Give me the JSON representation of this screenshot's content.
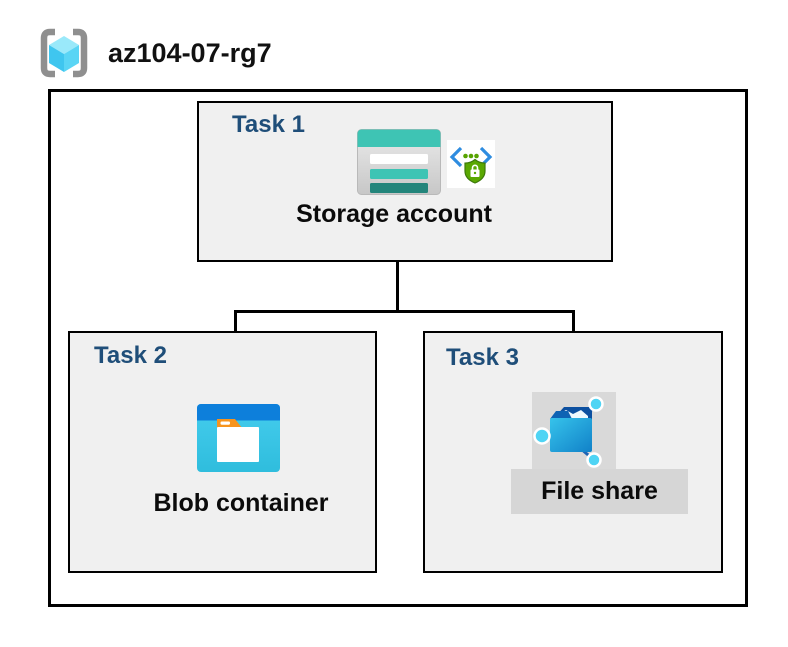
{
  "resource_group": {
    "name": "az104-07-rg7",
    "icon": "resource-group-icon"
  },
  "tasks": [
    {
      "id": "task1",
      "label": "Task 1",
      "resource": "Storage account",
      "icons": [
        "storage-account-icon",
        "secure-endpoint-icon"
      ]
    },
    {
      "id": "task2",
      "label": "Task 2",
      "resource": "Blob container",
      "icons": [
        "blob-container-icon"
      ]
    },
    {
      "id": "task3",
      "label": "Task 3",
      "resource": "File share",
      "icons": [
        "file-share-icon"
      ]
    }
  ],
  "edges": [
    {
      "from": "Storage account",
      "to": "Blob container"
    },
    {
      "from": "Storage account",
      "to": "File share"
    }
  ],
  "colors": {
    "task_label": "#1f4e79",
    "box_fill": "#f0f0f0",
    "box_border": "#000000",
    "storage_teal": "#3ec4b4",
    "storage_teal_dark": "#23857b",
    "blob_header_blue": "#0d7fdb",
    "blob_body_cyan": "#35c3e5",
    "folder_tab_orange": "#f7941e",
    "security_green": "#57a300",
    "security_bracket_blue": "#2e8ce0",
    "file_share_gray": "#d9d9d9",
    "cube_blue": "#4fd0f4",
    "bracket_gray": "#8f8f8f"
  }
}
